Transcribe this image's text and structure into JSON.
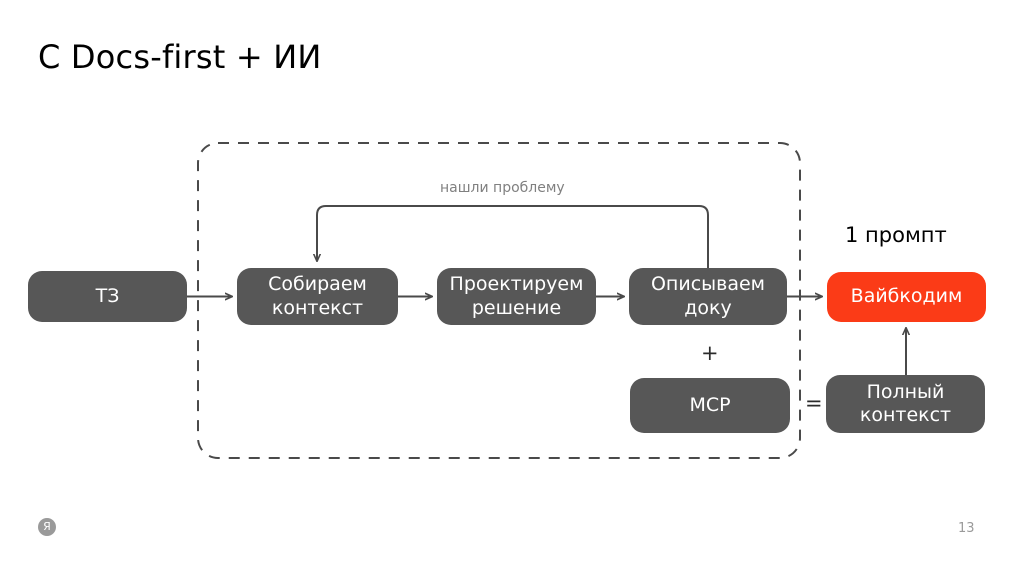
{
  "slide": {
    "title": "С Docs-first + ИИ",
    "page_number": "13",
    "logo_glyph": "Я",
    "background_color": "#ffffff"
  },
  "palette": {
    "node_gray": "#575757",
    "node_red": "#fb3b17",
    "connector": "#4a4a4a",
    "dashed_group": "#4a4a4a",
    "muted_text": "#808080",
    "footer_text": "#9a9a9a"
  },
  "diagram": {
    "type": "flow",
    "group_box": {
      "name": "docs-first-loop-group",
      "style": "dashed",
      "label": ""
    },
    "nodes": [
      {
        "id": "tz",
        "label": "ТЗ",
        "color": "gray"
      },
      {
        "id": "context",
        "label": "Собираем\nконтекст",
        "color": "gray"
      },
      {
        "id": "design",
        "label": "Проектируем\nрешение",
        "color": "gray"
      },
      {
        "id": "doc",
        "label": "Описываем\nдоку",
        "color": "gray"
      },
      {
        "id": "mcp",
        "label": "MCP",
        "color": "gray"
      },
      {
        "id": "fullctx",
        "label": "Полный\nконтекст",
        "color": "gray"
      },
      {
        "id": "vibe",
        "label": "Вайбкодим",
        "color": "red"
      }
    ],
    "labels": {
      "loop": "нашли проблему",
      "prompt": "1 промпт",
      "plus": "+",
      "equals": "="
    },
    "edges": [
      {
        "from": "tz",
        "to": "context",
        "label": ""
      },
      {
        "from": "context",
        "to": "design",
        "label": ""
      },
      {
        "from": "design",
        "to": "doc",
        "label": ""
      },
      {
        "from": "doc",
        "to": "vibe",
        "label": ""
      },
      {
        "from": "doc",
        "to": "context",
        "label": "нашли проблему"
      },
      {
        "from": "fullctx",
        "to": "vibe",
        "label": ""
      }
    ]
  }
}
